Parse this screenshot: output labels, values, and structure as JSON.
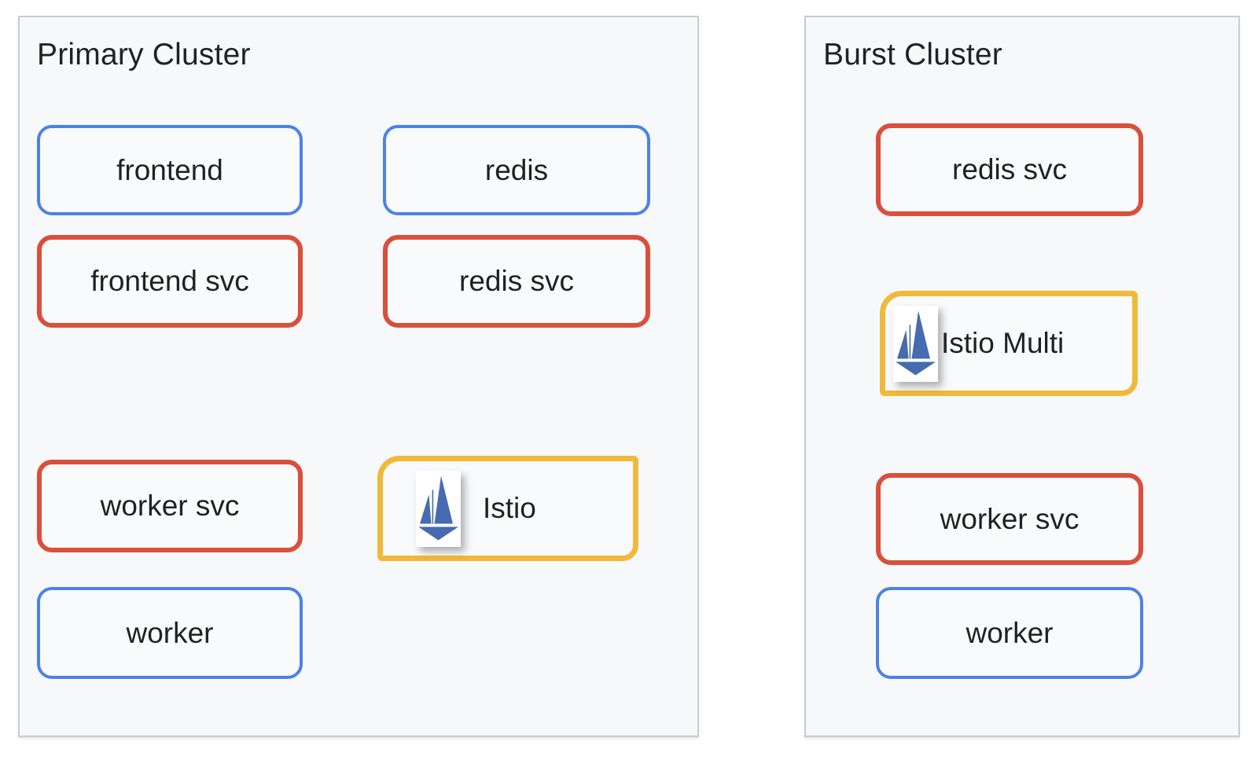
{
  "diagram": {
    "kind": "kubernetes-multicluster-architecture",
    "colors": {
      "deployment_blue": "#4b82e8",
      "service_red": "#d94f3b",
      "istio_yellow": "#f0b93c",
      "istio_logo_blue": "#466bb0",
      "cluster_background": "#f7f8fa",
      "cluster_border": "#c9ccd1",
      "node_background": "#f9fafc",
      "text": "#1f2124"
    },
    "clusters": [
      {
        "title": "Primary Cluster",
        "nodes": [
          {
            "id": "frontend",
            "label": "frontend",
            "style": "blue"
          },
          {
            "id": "redis",
            "label": "redis",
            "style": "blue"
          },
          {
            "id": "frontend-svc",
            "label": "frontend svc",
            "style": "red"
          },
          {
            "id": "redis-svc",
            "label": "redis svc",
            "style": "red"
          },
          {
            "id": "worker-svc",
            "label": "worker svc",
            "style": "red"
          },
          {
            "id": "istio",
            "label": "Istio",
            "style": "yellow",
            "icon": "istio-sailboat-icon"
          },
          {
            "id": "worker",
            "label": "worker",
            "style": "blue"
          }
        ]
      },
      {
        "title": "Burst Cluster",
        "nodes": [
          {
            "id": "redis-svc",
            "label": "redis svc",
            "style": "red"
          },
          {
            "id": "istio-multi",
            "label": "Istio Multi",
            "style": "yellow",
            "icon": "istio-sailboat-icon"
          },
          {
            "id": "worker-svc",
            "label": "worker svc",
            "style": "red"
          },
          {
            "id": "worker",
            "label": "worker",
            "style": "blue"
          }
        ]
      }
    ]
  }
}
